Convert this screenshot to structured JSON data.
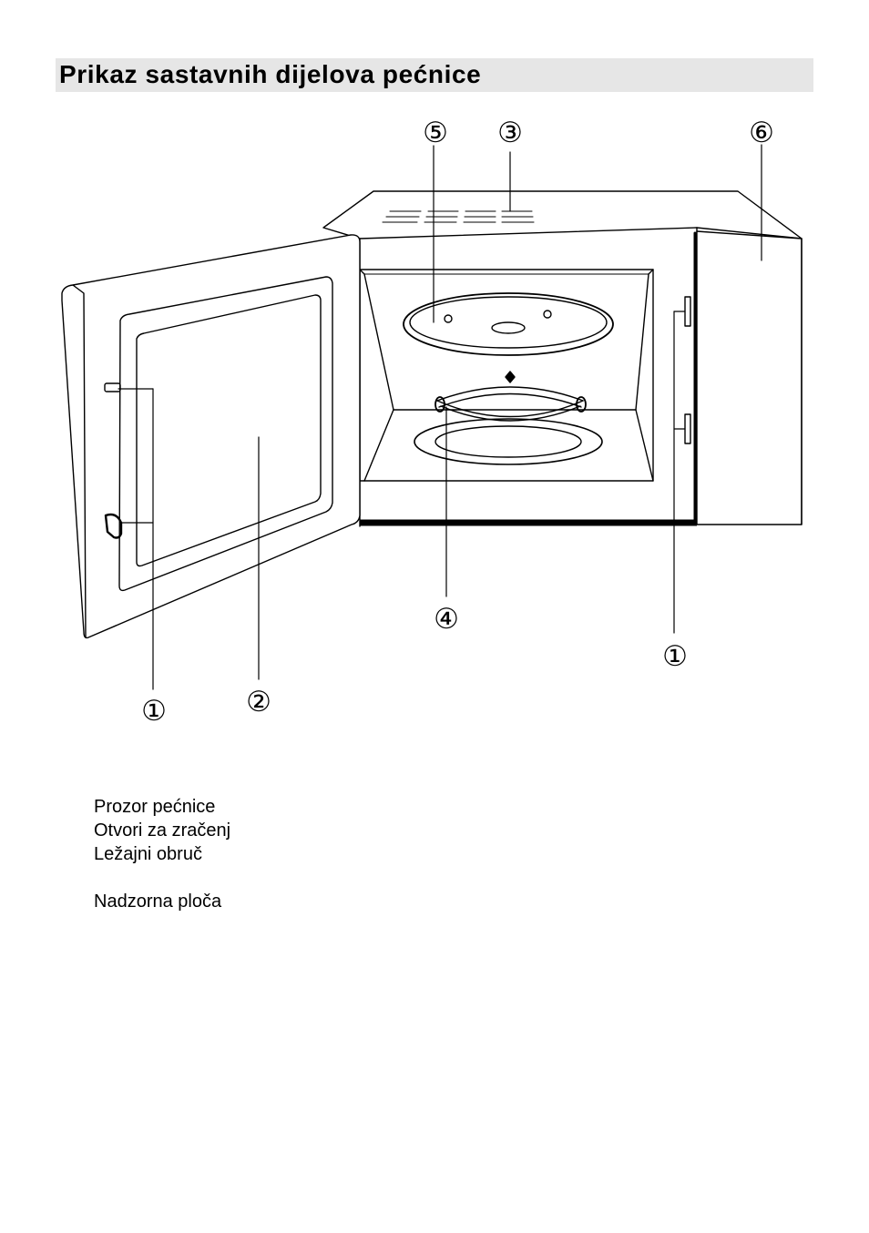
{
  "page": {
    "title": "Prikaz sastavnih dijelova pećnice"
  },
  "diagram": {
    "subject": "microwave-oven-open-door",
    "callouts": {
      "door_safety_lock_left": "①",
      "door_window": "②",
      "ventilation_holes": "③",
      "roller_ring": "④",
      "turntable": "⑤",
      "control_panel": "⑥",
      "door_safety_lock_right": "①"
    }
  },
  "legend": {
    "items": [
      {
        "label": "Prozor pećnice"
      },
      {
        "label": "Otvori za zračenj"
      },
      {
        "label": "Ležajni obruč"
      },
      {
        "label": ""
      },
      {
        "label": "Nadzorna ploča"
      }
    ]
  }
}
